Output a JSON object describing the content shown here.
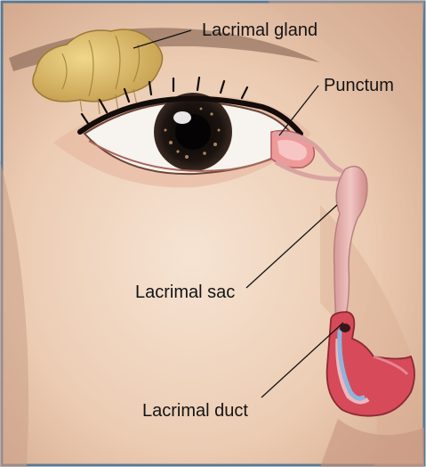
{
  "labels": {
    "lacrimal_gland": "Lacrimal gland",
    "punctum": "Punctum",
    "lacrimal_sac": "Lacrimal sac",
    "lacrimal_duct": "Lacrimal duct"
  },
  "colors": {
    "frame": "#5b7892",
    "skin_light": "#f3dcc8",
    "skin_mid": "#e2bba0",
    "skin_shadow": "#b98d73",
    "gland": "#d9b766",
    "gland_outline": "#9a7a35",
    "iris": "#1a1410",
    "sclera": "#f7f3ef",
    "duct": "#e9b5b2",
    "duct_inner": "#d45b6a",
    "tear": "#8fb4dc",
    "leader_line": "#141414"
  }
}
